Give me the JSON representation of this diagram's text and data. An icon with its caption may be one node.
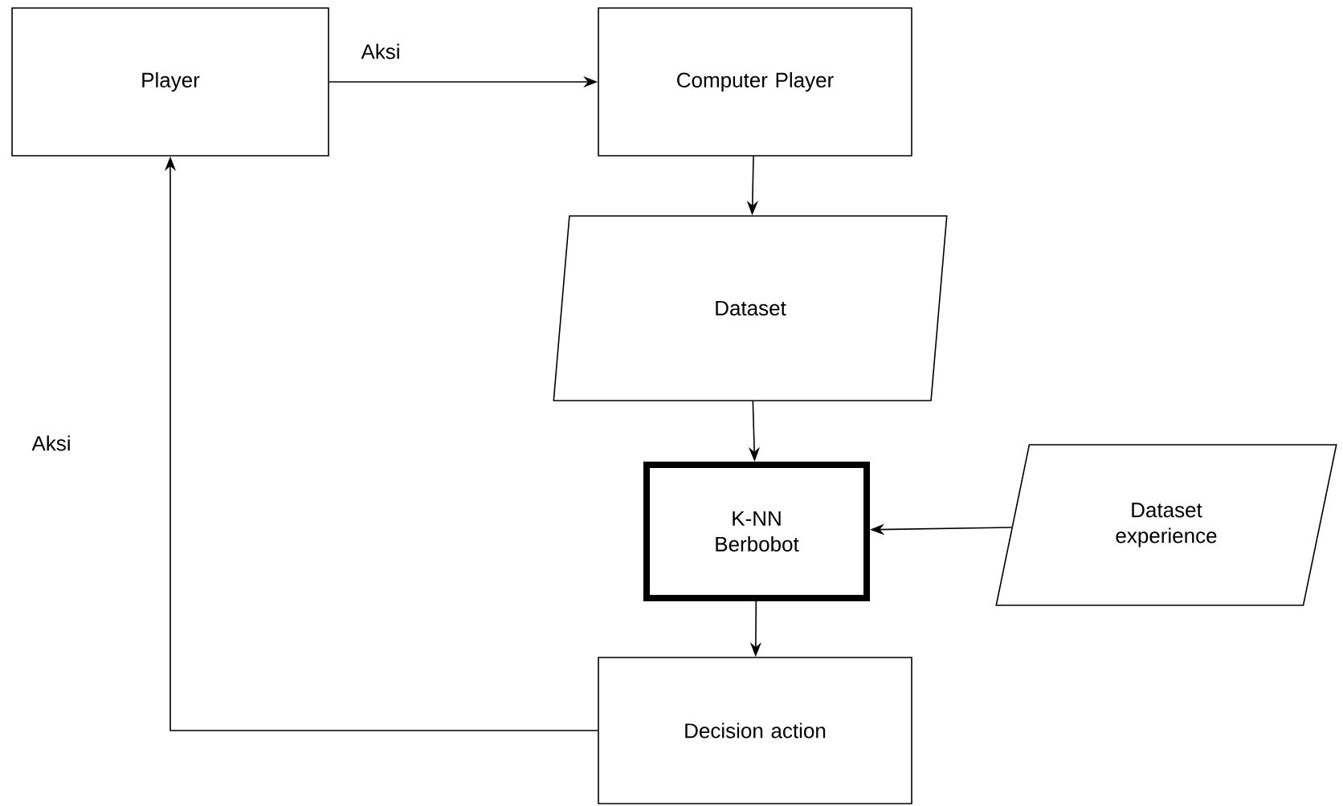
{
  "diagram": {
    "nodes": [
      {
        "text": [
          "Player"
        ]
      },
      {
        "text": [
          "Computer Player"
        ]
      },
      {
        "text": [
          "Dataset"
        ]
      },
      {
        "text": [
          "K-NN Berbobot"
        ]
      },
      {
        "text": [
          "Dataset experience"
        ]
      },
      {
        "text": [
          "Decision action"
        ]
      }
    ],
    "edges": [
      {
        "from": 0,
        "to": 1,
        "arrow": "to",
        "label": "Aksi"
      },
      {
        "from": 1,
        "to": 2,
        "arrow": "to"
      },
      {
        "from": 2,
        "to": 3,
        "arrow": "to"
      },
      {
        "from": 4,
        "to": 3,
        "arrow": "to"
      },
      {
        "from": 3,
        "to": 5,
        "arrow": "to"
      },
      {
        "from": 5,
        "to": 0,
        "arrow": "to",
        "label": "Aksi"
      }
    ]
  }
}
